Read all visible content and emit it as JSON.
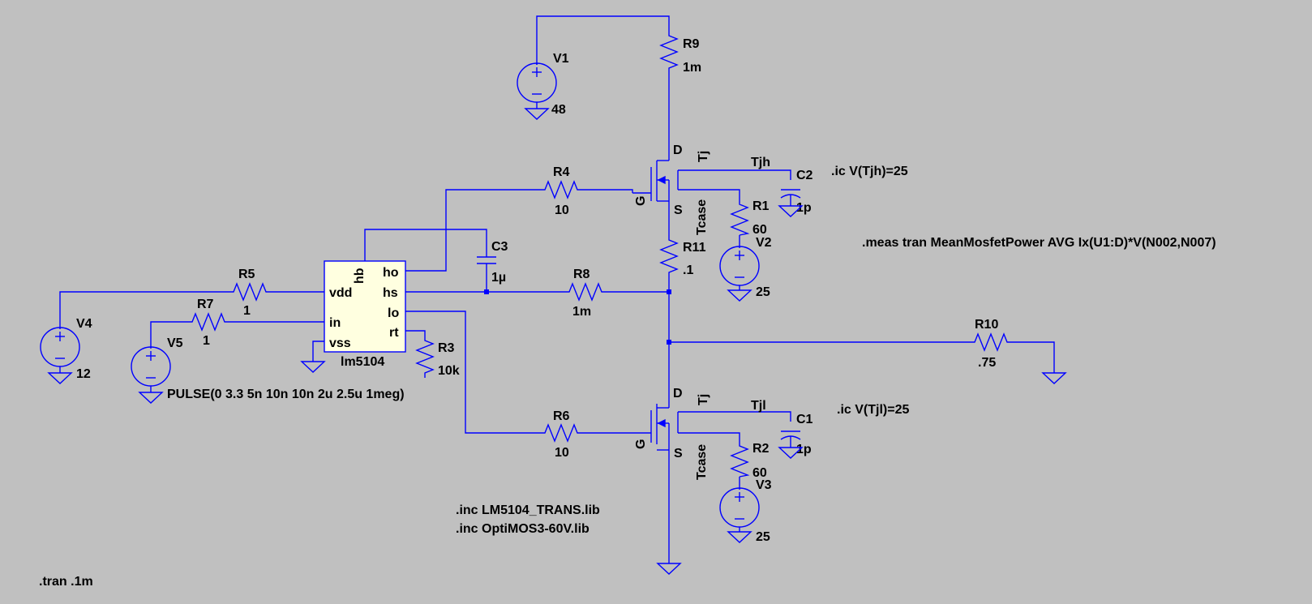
{
  "colors": {
    "background": "#c0c0c0",
    "wire": "#0000ff",
    "ic_fill": "#ffffe0",
    "text": "#000000"
  },
  "components": {
    "V1": {
      "name": "V1",
      "value": "48"
    },
    "V2": {
      "name": "V2",
      "value": "25"
    },
    "V3": {
      "name": "V3",
      "value": "25"
    },
    "V4": {
      "name": "V4",
      "value": "12"
    },
    "V5": {
      "name": "V5",
      "value": "PULSE(0 3.3 5n 10n 10n 2u 2.5u 1meg)"
    },
    "R1": {
      "name": "R1",
      "value": "60"
    },
    "R2": {
      "name": "R2",
      "value": "60"
    },
    "R3": {
      "name": "R3",
      "value": "10k"
    },
    "R4": {
      "name": "R4",
      "value": "10"
    },
    "R5": {
      "name": "R5",
      "value": "1"
    },
    "R6": {
      "name": "R6",
      "value": "10"
    },
    "R7": {
      "name": "R7",
      "value": "1"
    },
    "R8": {
      "name": "R8",
      "value": "1m"
    },
    "R9": {
      "name": "R9",
      "value": "1m"
    },
    "R10": {
      "name": "R10",
      "value": ".75"
    },
    "R11": {
      "name": "R11",
      "value": ".1"
    },
    "C1": {
      "name": "C1",
      "value": "1p"
    },
    "C2": {
      "name": "C2",
      "value": "1p"
    },
    "C3": {
      "name": "C3",
      "value": "1µ"
    }
  },
  "ic": {
    "name": "lm5104",
    "pins": {
      "hb": "hb",
      "ho": "ho",
      "vdd": "vdd",
      "hs": "hs",
      "in": "in",
      "lo": "lo",
      "vss": "vss",
      "rt": "rt"
    }
  },
  "mosfet_labels": {
    "d": "D",
    "g": "G",
    "s": "S",
    "tj": "Tj",
    "tcase": "Tcase"
  },
  "net_labels": {
    "tjh": "Tjh",
    "tjl": "Tjl"
  },
  "directives": {
    "ic_high": ".ic V(Tjh)=25",
    "ic_low": ".ic V(Tjl)=25",
    "meas": ".meas tran MeanMosfetPower AVG Ix(U1:D)*V(N002,N007)",
    "inc1": ".inc LM5104_TRANS.lib",
    "inc2": ".inc OptiMOS3-60V.lib",
    "tran": ".tran .1m"
  }
}
